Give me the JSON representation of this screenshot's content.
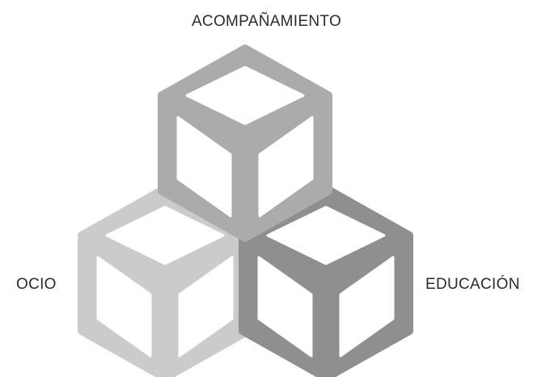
{
  "labels": {
    "top": "ACOMPAÑAMIENTO",
    "left": "OCIO",
    "right": "EDUCACIÓN"
  },
  "colors": {
    "cube_top": "#ababab",
    "cube_left": "#cbcbcb",
    "cube_right": "#8f8f8f",
    "face_fill": "#ffffff"
  }
}
